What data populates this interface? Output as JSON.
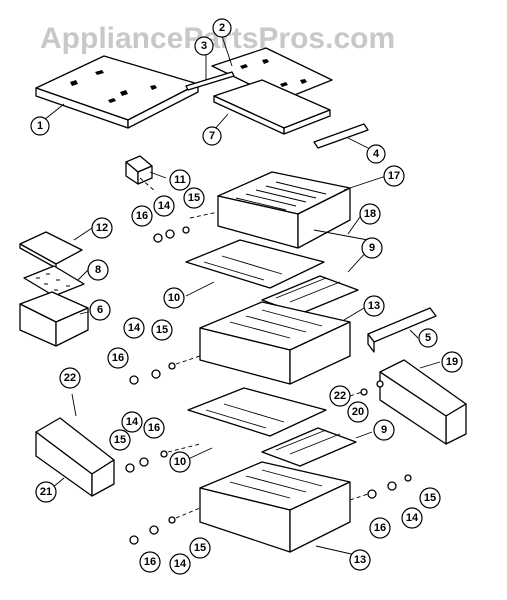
{
  "watermark": "AppliancePartsPros.com",
  "colors": {
    "line": "#000000",
    "background": "#ffffff",
    "watermark": "#c8c8c8"
  },
  "callouts": {
    "c1": "1",
    "c2": "2",
    "c3": "3",
    "c4": "4",
    "c5": "5",
    "c6": "6",
    "c7": "7",
    "c8": "8",
    "c9a": "9",
    "c9b": "9",
    "c10a": "10",
    "c10b": "10",
    "c11": "11",
    "c12": "12",
    "c13a": "13",
    "c13b": "13",
    "c14a": "14",
    "c14b": "14",
    "c14c": "14",
    "c14d": "14",
    "c14e": "14",
    "c15a": "15",
    "c15b": "15",
    "c15c": "15",
    "c15d": "15",
    "c15e": "15",
    "c16a": "16",
    "c16b": "16",
    "c16c": "16",
    "c16d": "16",
    "c16e": "16",
    "c17": "17",
    "c18": "18",
    "c19": "19",
    "c20": "20",
    "c21": "21",
    "c22a": "22",
    "c22b": "22"
  }
}
